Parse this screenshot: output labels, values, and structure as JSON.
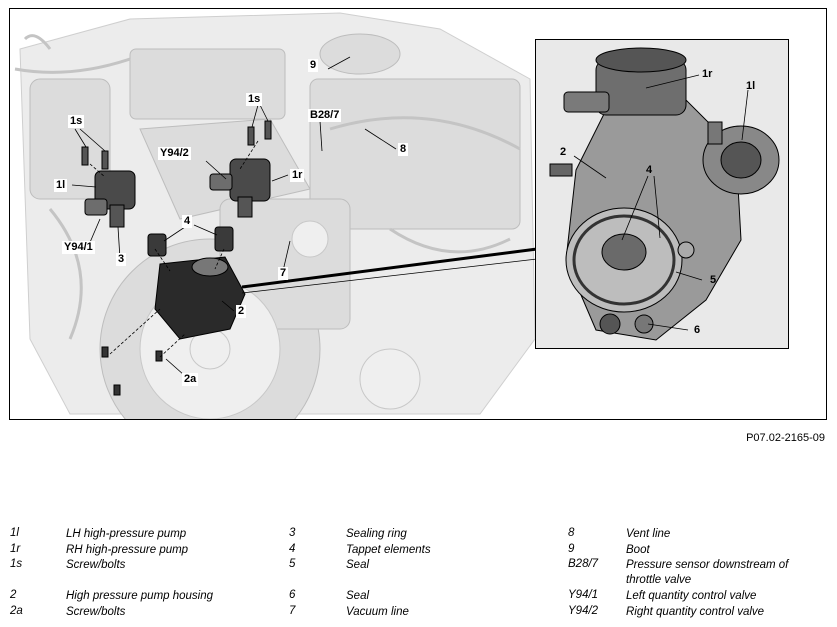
{
  "figure": {
    "code": "P07.02-2165-09",
    "callouts": {
      "c9": "9",
      "c1s": "1s",
      "c1s_left": "1s",
      "b28_7": "B28/7",
      "c8": "8",
      "y94_2": "Y94/2",
      "c1r": "1r",
      "c1l": "1l",
      "c4": "4",
      "y94_1": "Y94/1",
      "c3": "3",
      "c7": "7",
      "c2": "2",
      "c2a": "2a"
    },
    "inset_callouts": {
      "c1r": "1r",
      "c1l": "1l",
      "c2": "2",
      "c4": "4",
      "c5": "5",
      "c6": "6"
    }
  },
  "legend": [
    [
      {
        "key": "1l",
        "label": "LH high-pressure pump"
      },
      {
        "key": "1r",
        "label": "RH high-pressure pump"
      },
      {
        "key": "1s",
        "label": "Screw/bolts"
      },
      {
        "key": "2",
        "label": "High pressure pump housing"
      },
      {
        "key": "2a",
        "label": "Screw/bolts"
      }
    ],
    [
      {
        "key": "3",
        "label": "Sealing ring"
      },
      {
        "key": "4",
        "label": "Tappet elements"
      },
      {
        "key": "5",
        "label": "Seal"
      },
      {
        "key": "6",
        "label": "Seal"
      },
      {
        "key": "7",
        "label": "Vacuum line"
      }
    ],
    [
      {
        "key": "8",
        "label": "Vent line"
      },
      {
        "key": "9",
        "label": "Boot"
      },
      {
        "key": "B28/7",
        "label": "Pressure sensor downstream of throttle valve"
      },
      {
        "key": "Y94/1",
        "label": "Left quantity control valve"
      },
      {
        "key": "Y94/2",
        "label": "Right quantity control valve"
      }
    ]
  ]
}
